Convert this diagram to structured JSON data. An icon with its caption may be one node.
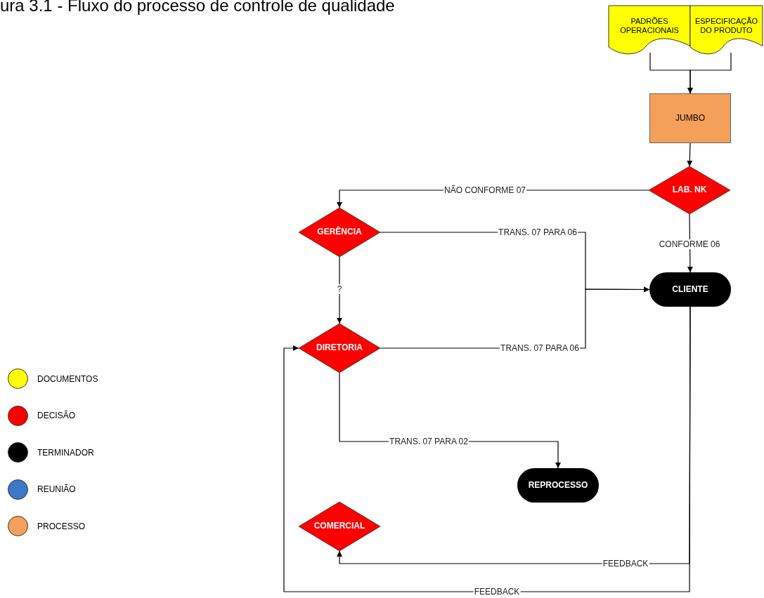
{
  "diagram": {
    "title": "ura 3.1 - Fluxo do processo de controle de qualidade",
    "nodes": [
      {
        "text": [
          "PADRÕES OPERACIONAIS"
        ]
      },
      {
        "text": [
          "ESPECIFICAÇÃO DO PRODUTO"
        ]
      },
      {
        "text": [
          "JUMBO"
        ]
      },
      {
        "text": [
          "LAB. NK"
        ]
      },
      {
        "text": [
          "GERÊNCIA"
        ]
      },
      {
        "text": [
          "CLIENTE"
        ]
      },
      {
        "text": [
          "DIRETORIA"
        ]
      },
      {
        "text": [
          "REPROCESSO"
        ]
      },
      {
        "text": [
          "COMERCIAL"
        ]
      }
    ],
    "edges": [
      {
        "from": 0,
        "to": 2,
        "arrow": "to"
      },
      {
        "from": 1,
        "to": 2,
        "arrow": "to"
      },
      {
        "from": 2,
        "to": 3,
        "arrow": "to"
      },
      {
        "from": 3,
        "to": 4,
        "arrow": "to",
        "label": "NÃO CONFORME 07"
      },
      {
        "from": 3,
        "to": 5,
        "arrow": "to",
        "label": "CONFORME 06"
      },
      {
        "from": 4,
        "to": 5,
        "arrow": "to",
        "label": "TRANS. 07 PARA 06"
      },
      {
        "from": 4,
        "to": 6,
        "arrow": "to",
        "label": "?"
      },
      {
        "from": 6,
        "to": 5,
        "arrow": "to",
        "label": "TRANS. 07 PARA 06"
      },
      {
        "from": 6,
        "to": 7,
        "arrow": "to",
        "label": "TRANS. 07 PARA 02"
      },
      {
        "from": 5,
        "to": 8,
        "arrow": "to",
        "label": "FEEDBACK"
      },
      {
        "from": 5,
        "to": 6,
        "arrow": "to",
        "label": "FEEDBACK"
      }
    ],
    "legend": [
      {
        "text": "DOCUMENTOS",
        "color": "#ffff00"
      },
      {
        "text": "DECISÃO",
        "color": "#ff0000"
      },
      {
        "text": "TERMINADOR",
        "color": "#000000"
      },
      {
        "text": "REUNIÃO",
        "color": "#3b78c8"
      },
      {
        "text": "PROCESSO",
        "color": "#f5a05a"
      }
    ]
  }
}
